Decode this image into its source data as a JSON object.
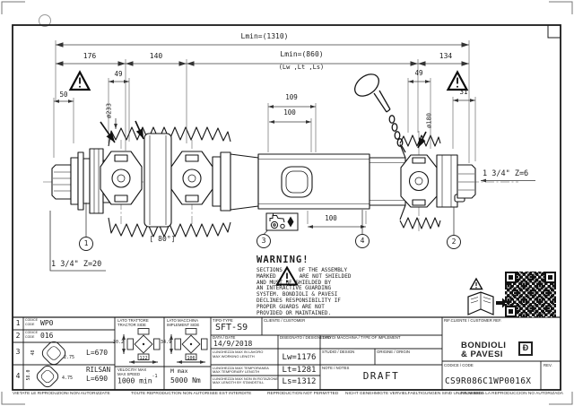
{
  "dims": {
    "overall": "Lmin=(1310)",
    "middle": "Lmin=(860)",
    "middle_sub": "(Lw ,Lt ,Ls)",
    "d176": "176",
    "d140": "140",
    "d134": "134",
    "d49_left": "49",
    "d50": "50",
    "dia233": "ø233",
    "d109": "109",
    "d100_mid": "100",
    "d100_low": "100",
    "d49_right": "49",
    "d31": "31",
    "dia180": "ø180",
    "angle80": "[ 80°]",
    "spline_left": "1 3/4\" Z=20",
    "spline_right": "1 3/4\" Z=6"
  },
  "balloons": {
    "b1": "1",
    "b2": "2",
    "b3": "3",
    "b4": "4"
  },
  "warning": {
    "title": "WARNING!",
    "l1a": "SECTIONS",
    "l1b": "OF THE ASSEMBLY",
    "l2a": "MARKED",
    "l2b": "ARE NOT SHIELDED",
    "l3": "AND MUST BE SHIELDED BY",
    "l4": "AN INTERACTIVE GUARDING",
    "l5": "SYSTEM. BONDIOLI & PAVESI",
    "l6": "DECLINES RESPONSIBILITY IF",
    "l7": "PROPER GUARDS ARE NOT",
    "l8": "PROVIDED OR MAINTAINED."
  },
  "tb": {
    "code_label_it": "CODICE",
    "code_label_en": "CODE",
    "row1": {
      "num": "1",
      "value": "WP0"
    },
    "row2": {
      "num": "2",
      "value": "016"
    },
    "row3": {
      "num": "3",
      "value": "L=670",
      "dim_h": "48",
      "dim_w": "2.75"
    },
    "row4": {
      "num": "4",
      "value1": "RILSAN",
      "value2": "L=690",
      "dim_h": "58.0",
      "dim_w": "4.75"
    },
    "tractor_side": {
      "l1": "LATO TRATTORE",
      "l2": "TRACTOR SIDE",
      "dim_h": "30.2",
      "dim_w": "122"
    },
    "implement_side": {
      "l1": "LATO MACCHINA",
      "l2": "IMPLEMENT SIDE",
      "dim_h": "34.9",
      "dim_w": "106"
    },
    "speed": {
      "l1": "VELOCITA' MAX",
      "l2": "MAX SPEED",
      "value": "1000 min",
      "sup": "-1"
    },
    "torque": {
      "label": "M max",
      "value": "5000 Nm"
    },
    "type": {
      "label": "TIPO-TYPE",
      "value": "SFT-S9"
    },
    "customer": {
      "label": "CLIENTE / CUSTOMER"
    },
    "date": {
      "label": "DATA / DATE",
      "value": "14/9/2018"
    },
    "designed": {
      "label": "DISEGNATO / DESIGNED BY"
    },
    "machine": {
      "label": "TIPO DI MACCHINA / TYPE OF IMPLEMENT"
    },
    "studio": {
      "label": "STUDIO / DESIGN"
    },
    "origin": {
      "label": "ORIGINE / ORIGIN"
    },
    "notes": {
      "label": "NOTE / NOTES",
      "value": "DRAFT"
    },
    "lw": {
      "l1": "LUNGHEZZA MAX IN LAVORO",
      "l2": "MAX WORKING LENGTH",
      "value": "Lw=1176"
    },
    "lt": {
      "l1": "LUNGHEZZA MAX TEMPORANEA",
      "l2": "MAX TEMPORARY LENGTH",
      "value": "Lt=1281"
    },
    "ls": {
      "l1": "LUNGHEZZA MAX NON IN ROTAZIONE",
      "l2": "MAX LENGTH BY STANDSTILL",
      "value": "Ls=1312"
    },
    "customer_ref": {
      "label": "RIF.CLIENTE / CUSTOMER REF."
    },
    "logo": {
      "l1": "BONDIOLI",
      "l2": "& PAVESI",
      "emblem": "Ð"
    },
    "code": {
      "label": "CODICE / CODE",
      "value": "CS9R086C1WP0016X"
    },
    "rev": {
      "label": "REV."
    }
  },
  "footer": {
    "t1": "VIETATE LE RIPRODUZIONI NON AUTORIZZATE",
    "t2": "TOUTE REPRODUCTION NON AUTORISEE EST INTERDITE",
    "t3": "REPRODUCTION NOT PERMITTED",
    "t4": "NICHT GENEHMIGTE VERVIELFAELTIGUNGEN SIND UNZULAESSIG",
    "t5": "PROHIBIDA LA REPRODUCCION NO AUTORIZADA"
  },
  "colors": {
    "line": "#1a1a1a",
    "dim": "#3c3c3c",
    "paper": "#ffffff"
  }
}
